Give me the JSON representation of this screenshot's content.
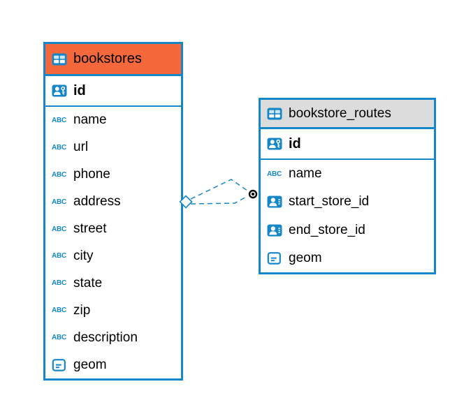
{
  "colors": {
    "accent_blue": "#1587c9",
    "header_orange": "#f4683c",
    "header_gray": "#dcdcdc",
    "text": "#000000"
  },
  "icons": {
    "text_type_label": "ABC"
  },
  "tables": [
    {
      "title": "bookstores",
      "pk": {
        "name": "id"
      },
      "fields": [
        {
          "name": "name"
        },
        {
          "name": "url"
        },
        {
          "name": "phone"
        },
        {
          "name": "address"
        },
        {
          "name": "street"
        },
        {
          "name": "city"
        },
        {
          "name": "state"
        },
        {
          "name": "zip"
        },
        {
          "name": "description"
        },
        {
          "name": "geom"
        }
      ]
    },
    {
      "title": "bookstore_routes",
      "pk": {
        "name": "id"
      },
      "fields": [
        {
          "name": "name"
        },
        {
          "name": "start_store_id"
        },
        {
          "name": "end_store_id"
        },
        {
          "name": "geom"
        }
      ]
    }
  ],
  "relationship": {
    "from_table": "bookstores",
    "to_table": "bookstore_routes",
    "line_style": "dashed",
    "line_color": "#1587c9",
    "source_endpoint": "diamond",
    "target_endpoint": "dot"
  }
}
